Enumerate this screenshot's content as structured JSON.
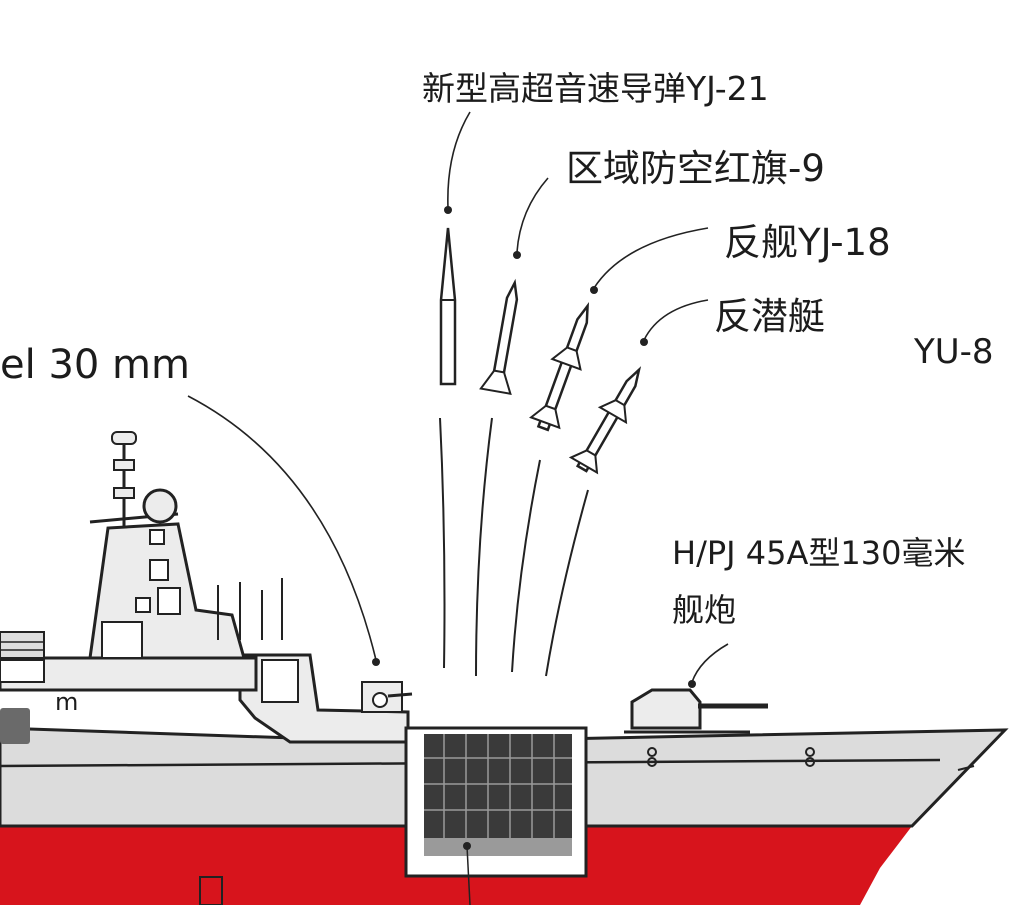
{
  "labels": {
    "yj21": "新型高超音速导弹YJ-21",
    "hq9": "区域防空红旗-9",
    "yj18": "反舰YJ-18",
    "asw": "反潜艇",
    "yu8": "YU-8",
    "cannon": "el 30 mm",
    "main_gun_line1": "H/PJ 45A型130毫米",
    "main_gun_line2": "舰炮",
    "fragment_m": "m"
  },
  "colors": {
    "hull_red": "#d7141c",
    "hull_gray": "#dcdcdc",
    "superstructure": "#ececec",
    "line": "#222222",
    "vls": "#3a3a3a"
  }
}
